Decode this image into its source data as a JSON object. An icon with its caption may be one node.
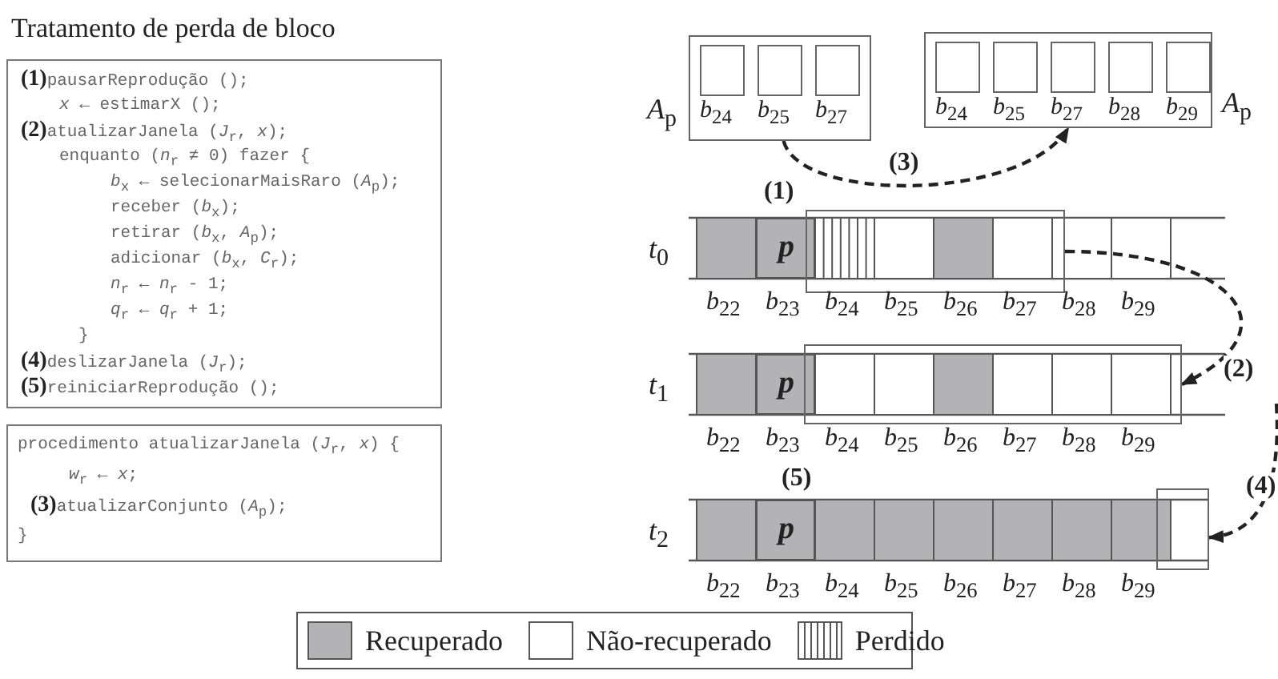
{
  "diagram": {
    "title": "Tratamento de perda de bloco",
    "nodes": [
      {
        "text": [
          "**(1)**pausarReprodução ();",
          "*x* ← estimarX ();",
          "**(2)**atualizarJanela (*J*$_{r}$, *x*);",
          "enquanto (*n*$_{r}$ ≠ 0) fazer {",
          "*b*$_{x}$ ← selecionarMaisRaro (*A*$_{p}$);",
          "receber (*b*$_{x}$);",
          "retirar (*b*$_{x}$, *A*$_{p}$);",
          "adicionar (*b*$_{x}$, *C*$_{r}$);",
          "*n*$_{r}$ ← *n*$_{r}$ - 1;",
          "*q*$_{r}$ ← *q*$_{r}$ + 1;",
          "}",
          "**(4)**deslizarJanela (*J*$_{r}$);",
          "**(5)**reiniciarReprodução ();"
        ]
      },
      {
        "text": [
          "procedimento atualizarJanela (*J*$_{r}$, *x*) {",
          "*w*$_{r}$ ← *x*;",
          "**(3)**atualizarConjunto (*A*$_{p}$);",
          "}"
        ]
      },
      {
        "text": [
          "*A*$_{p}$",
          "*b*$_{24}$",
          "*b*$_{25}$",
          "*b*$_{27}$"
        ]
      },
      {
        "text": [
          "*b*$_{24}$",
          "*b*$_{25}$",
          "*b*$_{27}$",
          "*b*$_{28}$",
          "*b*$_{29}$",
          "*A*$_{p}$"
        ]
      },
      {
        "text": [
          "*p*"
        ],
        "beside": [
          "*b*$_{23}$"
        ]
      },
      {
        "text": [],
        "shape": "box",
        "beside": [
          "(1)"
        ]
      },
      {
        "text": [
          "*p*"
        ],
        "beside": [
          "*b*$_{23}$"
        ]
      },
      {
        "text": [],
        "shape": "box"
      },
      {
        "text": [
          "*p*"
        ],
        "beside": [
          "*b*$_{23}$"
        ]
      },
      {
        "text": [],
        "shape": "box"
      }
    ],
    "edges": [
      {
        "from": 2,
        "to": 3,
        "arrow": "to",
        "label": "(3)",
        "style": "dashed"
      },
      {
        "from": 5,
        "to": 7,
        "arrow": "to",
        "label": "(2)",
        "style": "dashed"
      },
      {
        "from": null,
        "to": 9,
        "arrow": "to",
        "label": "(4)",
        "style": "dashed"
      }
    ],
    "labels": [
      "*t*$_{0}$",
      "*b*$_{22}$",
      "*b*$_{24}$",
      "*b*$_{25}$",
      "*b*$_{26}$",
      "*b*$_{27}$",
      "*b*$_{28}$",
      "*b*$_{29}$",
      "*t*$_{1}$",
      "*b*$_{22}$",
      "*b*$_{24}$",
      "*b*$_{25}$",
      "*b*$_{26}$",
      "*b*$_{27}$",
      "*b*$_{28}$",
      "*b*$_{29}$",
      "(5)",
      "*t*$_{2}$",
      "*b*$_{22}$",
      "*b*$_{24}$",
      "*b*$_{25}$",
      "*b*$_{26}$",
      "*b*$_{27}$",
      "*b*$_{28}$",
      "*b*$_{29}$"
    ],
    "legend": [
      {
        "text": "Recuperado",
        "color": "#b3b3b5"
      },
      {
        "text": "Não-recuperado",
        "color": "#ffffff"
      },
      {
        "text": "Perdido"
      }
    ]
  }
}
